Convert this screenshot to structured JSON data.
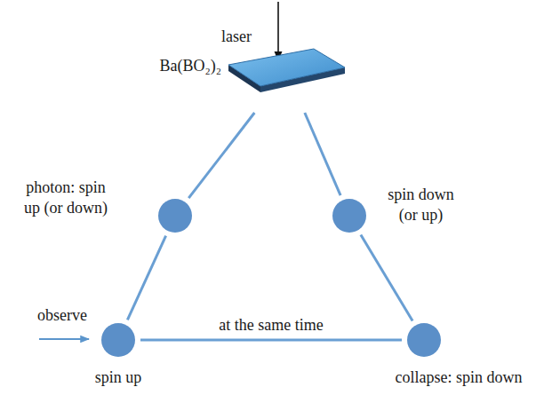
{
  "diagram": {
    "nodes": [
      {
        "text": [
          "Ba(BO₂)₂"
        ]
      },
      {
        "text": [
          "photon: spin up (or down)"
        ]
      },
      {
        "text": [
          "spin down (or up)"
        ]
      },
      {
        "text": [
          "spin up"
        ]
      },
      {
        "text": [
          "collapse: spin down"
        ]
      }
    ],
    "edges": [
      {
        "from": 0,
        "to": 1,
        "arrow": "none"
      },
      {
        "from": 0,
        "to": 2,
        "arrow": "none"
      },
      {
        "from": 1,
        "to": 3,
        "arrow": "none"
      },
      {
        "from": 2,
        "to": 4,
        "arrow": "none"
      },
      {
        "from": 3,
        "to": 4,
        "label": "at the same time",
        "arrow": "none"
      }
    ],
    "labels": [
      "laser",
      "observe"
    ]
  }
}
